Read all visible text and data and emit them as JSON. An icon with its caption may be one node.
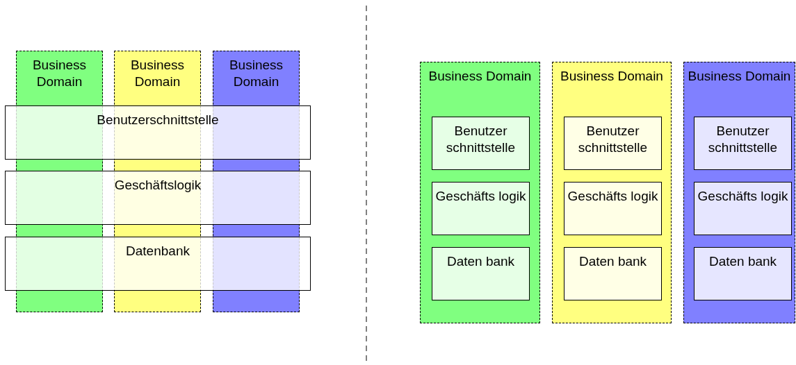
{
  "diagram": {
    "nodes": [
      {
        "text": [
          "Business Domain"
        ]
      },
      {
        "text": [
          "Business Domain"
        ]
      },
      {
        "text": [
          "Business Domain"
        ]
      },
      {
        "text": [
          "Benutzerschnittstelle"
        ]
      },
      {
        "text": [
          "Geschäftslogik"
        ]
      },
      {
        "text": [
          "Datenbank"
        ]
      },
      {
        "text": [
          "Business Domain"
        ]
      },
      {
        "text": [
          "Benutzer schnittstelle"
        ],
        "in": 6
      },
      {
        "text": [
          "Geschäfts logik"
        ],
        "in": 6
      },
      {
        "text": [
          "Daten bank"
        ],
        "in": 6
      },
      {
        "text": [
          "Business Domain"
        ]
      },
      {
        "text": [
          "Benutzer schnittstelle"
        ],
        "in": 10
      },
      {
        "text": [
          "Geschäfts logik"
        ],
        "in": 10
      },
      {
        "text": [
          "Daten bank"
        ],
        "in": 10
      },
      {
        "text": [
          "Business Domain"
        ]
      },
      {
        "text": [
          "Benutzer schnittstelle"
        ],
        "in": 14
      },
      {
        "text": [
          "Geschäfts logik"
        ],
        "in": 14
      },
      {
        "text": [
          "Daten bank"
        ],
        "in": 14
      }
    ]
  }
}
